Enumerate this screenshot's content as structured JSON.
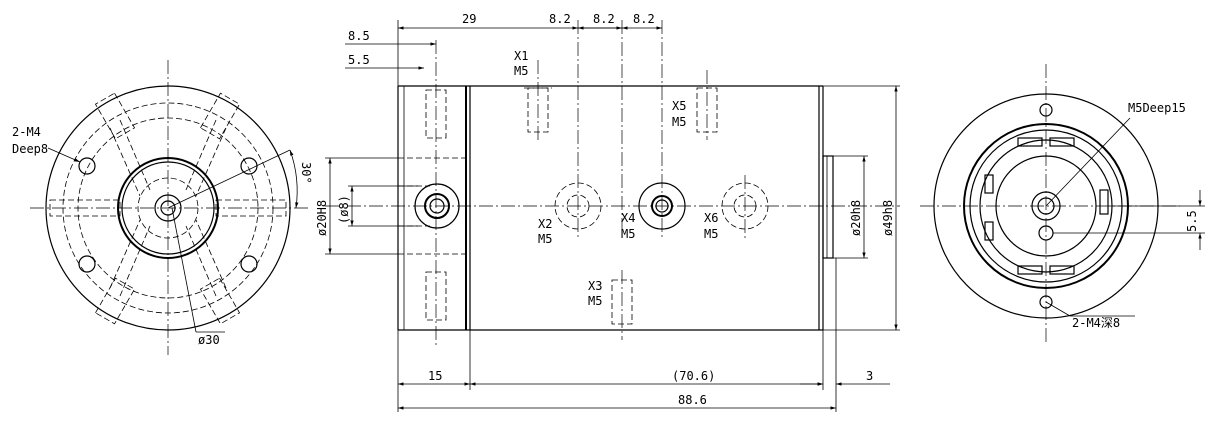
{
  "labels": {
    "left_view": {
      "thread_a": "2-M4",
      "thread_a_depth": "Deep8",
      "angle": "30°",
      "diameter": "ø30"
    },
    "front_view": {
      "dim_29": "29",
      "dim_8_2_a": "8.2",
      "dim_8_2_b": "8.2",
      "dim_8_2_c": "8.2",
      "dim_8_5": "8.5",
      "dim_5_5": "5.5",
      "port_x1": "X1",
      "port_x1_thread": "M5",
      "port_x2": "X2",
      "port_x2_thread": "M5",
      "port_x3": "X3",
      "port_x3_thread": "M5",
      "port_x4": "X4",
      "port_x4_thread": "M5",
      "port_x5": "X5",
      "port_x5_thread": "M5",
      "port_x6": "X6",
      "port_x6_thread": "M5",
      "dia_20h8_left": "ø20H8",
      "dia_8": "(ø8)",
      "dia_20h8_right": "ø20h8",
      "dia_49h8": "ø49h8",
      "dim_15": "15",
      "dim_70_6": "(70.6)",
      "dim_3": "3",
      "dim_88_6": "88.6"
    },
    "right_view": {
      "thread_b": "M5Deep15",
      "dim_5_5": "5.5",
      "thread_c": "2-M4深8"
    }
  }
}
